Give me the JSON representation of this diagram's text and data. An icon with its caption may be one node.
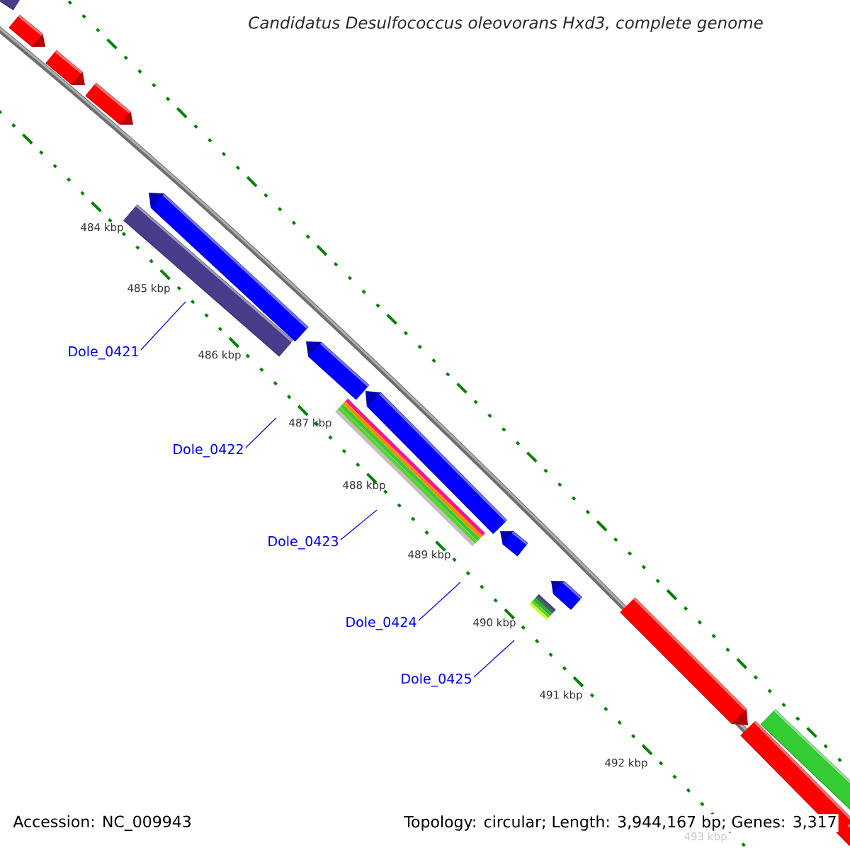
{
  "diagram": {
    "title": "Candidatus Desulfococcus oleovorans Hxd3, complete genome",
    "nodes": [
      {
        "text": [
          "Dole_0421"
        ]
      },
      {
        "text": [
          "Dole_0422"
        ]
      },
      {
        "text": [
          "Dole_0423"
        ]
      },
      {
        "text": [
          "Dole_0424"
        ]
      },
      {
        "text": [
          "Dole_0425"
        ]
      }
    ],
    "edges": [
      {
        "from": 0,
        "to": null,
        "arrow": "none"
      },
      {
        "from": 1,
        "to": null,
        "arrow": "none"
      },
      {
        "from": 2,
        "to": null,
        "arrow": "none"
      },
      {
        "from": 3,
        "to": null,
        "arrow": "none"
      },
      {
        "from": 4,
        "to": null,
        "arrow": "none"
      }
    ],
    "labels": [
      "484 kbp",
      "485 kbp",
      "486 kbp",
      "487 kbp",
      "488 kbp",
      "489 kbp",
      "490 kbp",
      "491 kbp",
      "492 kbp",
      "493 kbp",
      "Accession: NC_009943",
      "Topology: circular; Length: 3,944,167 bp; Genes: 3,317"
    ]
  }
}
